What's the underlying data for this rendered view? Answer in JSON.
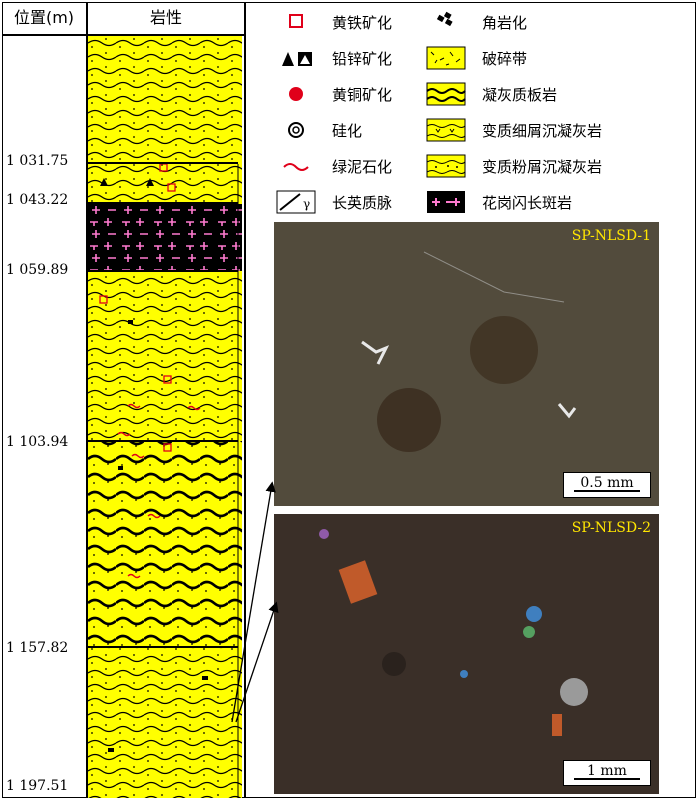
{
  "header": {
    "col1": "位置(m)",
    "col2": "岩性"
  },
  "depths": [
    "1 031.75",
    "1 043.22",
    "1 059.89",
    "1 103.94",
    "1 157.82",
    "1 197.51"
  ],
  "legend": [
    {
      "icon": "pyrite-square-icon",
      "label": "黄铁矿化"
    },
    {
      "icon": "hornfels-icon",
      "label": "角岩化"
    },
    {
      "icon": "lead-zinc-triangle-icon",
      "label": "铅锌矿化"
    },
    {
      "icon": "breccia-icon",
      "label": "破碎带"
    },
    {
      "icon": "chalcopyrite-dot-icon",
      "label": "黄铜矿化"
    },
    {
      "icon": "tuffaceous-slate-icon",
      "label": "凝灰质板岩"
    },
    {
      "icon": "silicification-icon",
      "label": "硅化"
    },
    {
      "icon": "fine-tuff-icon",
      "label": "变质细屑沉凝灰岩"
    },
    {
      "icon": "chloritization-icon",
      "label": "绿泥石化"
    },
    {
      "icon": "silt-tuff-icon",
      "label": "变质粉屑沉凝灰岩"
    },
    {
      "icon": "felsic-vein-icon",
      "label": "长英质脉"
    },
    {
      "icon": "granodiorite-porphyry-icon",
      "label": "花岗闪长斑岩"
    }
  ],
  "photos": [
    {
      "label": "SP-NLSD-1",
      "scale": "0.5 mm"
    },
    {
      "label": "SP-NLSD-2",
      "scale": "1 mm"
    }
  ],
  "colors": {
    "yellow": "#ffff00",
    "red": "#e0001a",
    "pink": "#ff6ec7",
    "black": "#000000"
  }
}
